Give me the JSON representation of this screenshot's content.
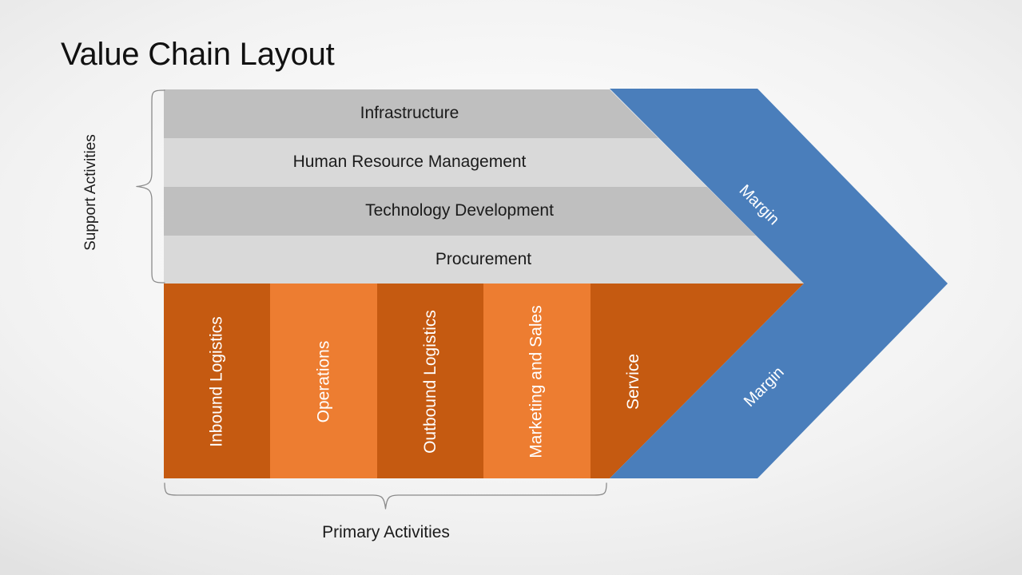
{
  "page_title": "Value Chain Layout",
  "colors": {
    "background_light": "#f7f7f7",
    "background_edge": "#e2e2e2",
    "support_row_dark": "#bfbfbf",
    "support_row_light": "#d9d9d9",
    "primary_col_dark": "#c55a11",
    "primary_col_light": "#ed7d31",
    "margin_blue": "#4a7ebb",
    "brace_stroke": "#808080",
    "text_dark": "#1b1b1b",
    "text_light": "#ffffff"
  },
  "support": {
    "group_label": "Support  Activities",
    "rows": [
      {
        "label": "Infrastructure",
        "shade": "dark"
      },
      {
        "label": "Human Resource Management",
        "shade": "light"
      },
      {
        "label": "Technology Development",
        "shade": "dark"
      },
      {
        "label": "Procurement",
        "shade": "light"
      }
    ]
  },
  "primary": {
    "group_label": "Primary Activities",
    "columns": [
      {
        "label": "Inbound Logistics",
        "shade": "dark"
      },
      {
        "label": "Operations",
        "shade": "light"
      },
      {
        "label": "Outbound Logistics",
        "shade": "dark"
      },
      {
        "label": "Marketing and Sales",
        "shade": "light"
      },
      {
        "label": "Service",
        "shade": "dark"
      }
    ]
  },
  "margin": {
    "top_label": "Margin",
    "bottom_label": "Margin"
  }
}
